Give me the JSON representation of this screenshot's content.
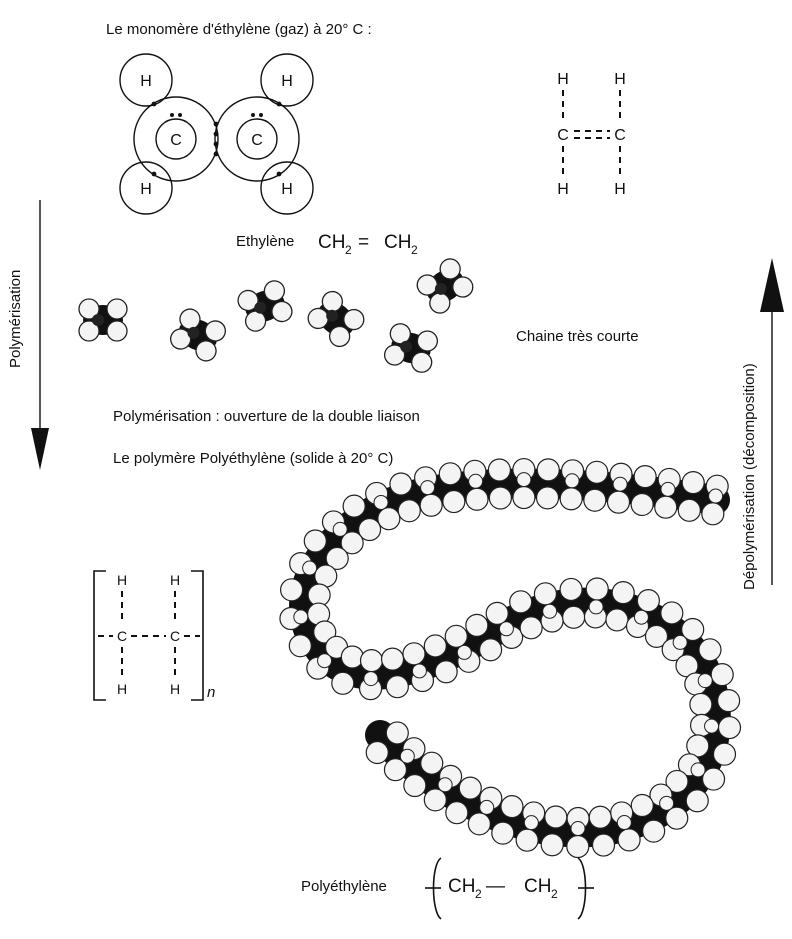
{
  "monomer_title": "Le monomère d'éthylène (gaz) à 20° C :",
  "atoms": {
    "hydrogen": "H",
    "carbon": "C"
  },
  "ethylene_label": "Ethylène",
  "ethylene_formula": {
    "group": "CH",
    "subscript": "2",
    "double_bond": "="
  },
  "left_arrow_label": "Polymérisation",
  "right_arrow_label": "Dépolymérisation (décomposition)",
  "short_chain_label": "Chaine très courte",
  "opening_label": "Polymérisation : ouverture de la double liaison",
  "polymer_title": "Le polymère Polyéthylène (solide à 20° C)",
  "repeat_subscript": "n",
  "polyethylene_label": "Polyéthylène",
  "polyethylene_formula": {
    "group": "CH",
    "subscript": "2",
    "bond": "—"
  }
}
